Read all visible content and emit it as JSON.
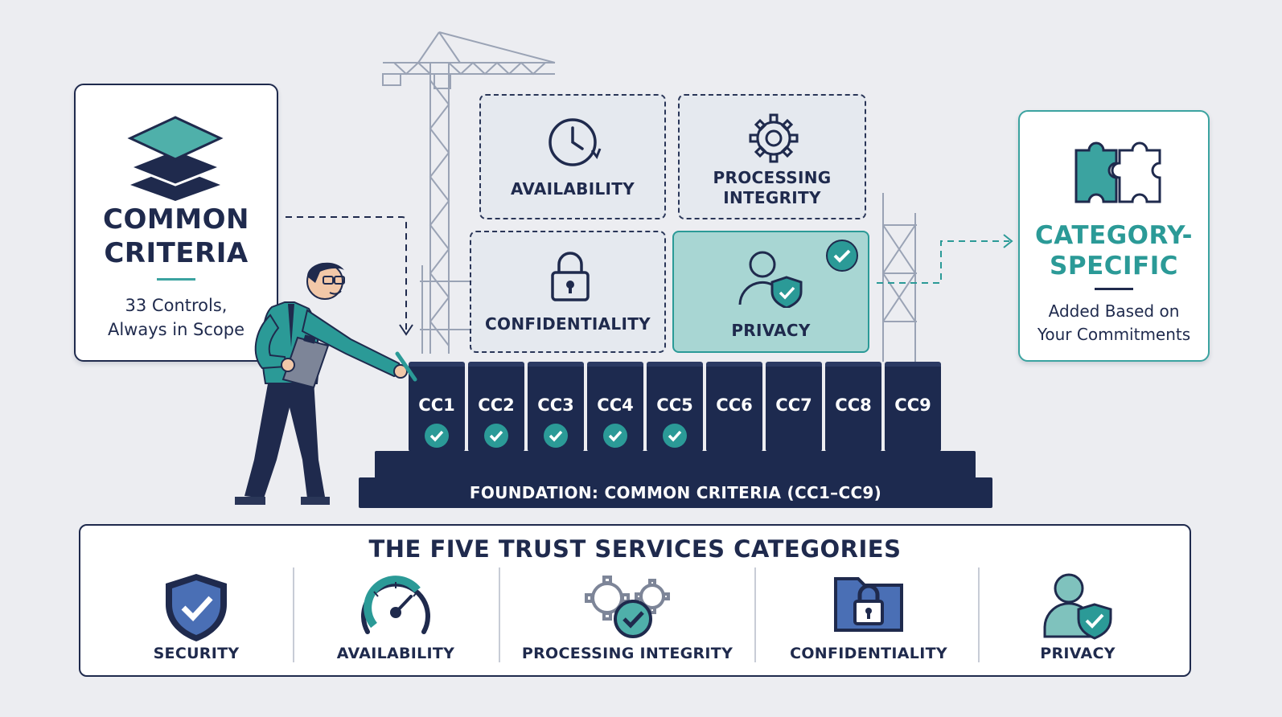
{
  "common_criteria": {
    "title_line1": "COMMON",
    "title_line2": "CRITERIA",
    "description": "33 Controls,\nAlways in Scope"
  },
  "category_specific": {
    "title_line1": "CATEGORY-",
    "title_line2": "SPECIFIC",
    "description": "Added Based on\nYour Commitments"
  },
  "stack_categories": {
    "availability": "AVAILABILITY",
    "processing_line1": "PROCESSING",
    "processing_line2": "INTEGRITY",
    "confidentiality": "CONFIDENTIALITY",
    "privacy": "PRIVACY"
  },
  "cc_blocks": [
    {
      "label": "CC1",
      "checked": true
    },
    {
      "label": "CC2",
      "checked": true
    },
    {
      "label": "CC3",
      "checked": true
    },
    {
      "label": "CC4",
      "checked": true
    },
    {
      "label": "CC5",
      "checked": true
    },
    {
      "label": "CC6",
      "checked": false
    },
    {
      "label": "CC7",
      "checked": false
    },
    {
      "label": "CC8",
      "checked": false
    },
    {
      "label": "CC9",
      "checked": false
    }
  ],
  "foundation_label": "FOUNDATION: COMMON CRITERIA (CC1–CC9)",
  "panel": {
    "title": "THE FIVE TRUST SERVICES CATEGORIES",
    "items": [
      {
        "label": "SECURITY",
        "icon": "shield-check-icon"
      },
      {
        "label": "AVAILABILITY",
        "icon": "gauge-icon"
      },
      {
        "label": "PROCESSING INTEGRITY",
        "icon": "gears-check-icon"
      },
      {
        "label": "CONFIDENTIALITY",
        "icon": "folder-lock-icon"
      },
      {
        "label": "PRIVACY",
        "icon": "user-shield-icon"
      }
    ]
  },
  "colors": {
    "navy": "#1f2a4d",
    "teal": "#2b9a97",
    "teal_light": "#a8d6d3",
    "blue": "#4a6fb5",
    "background": "#ecedf1"
  }
}
